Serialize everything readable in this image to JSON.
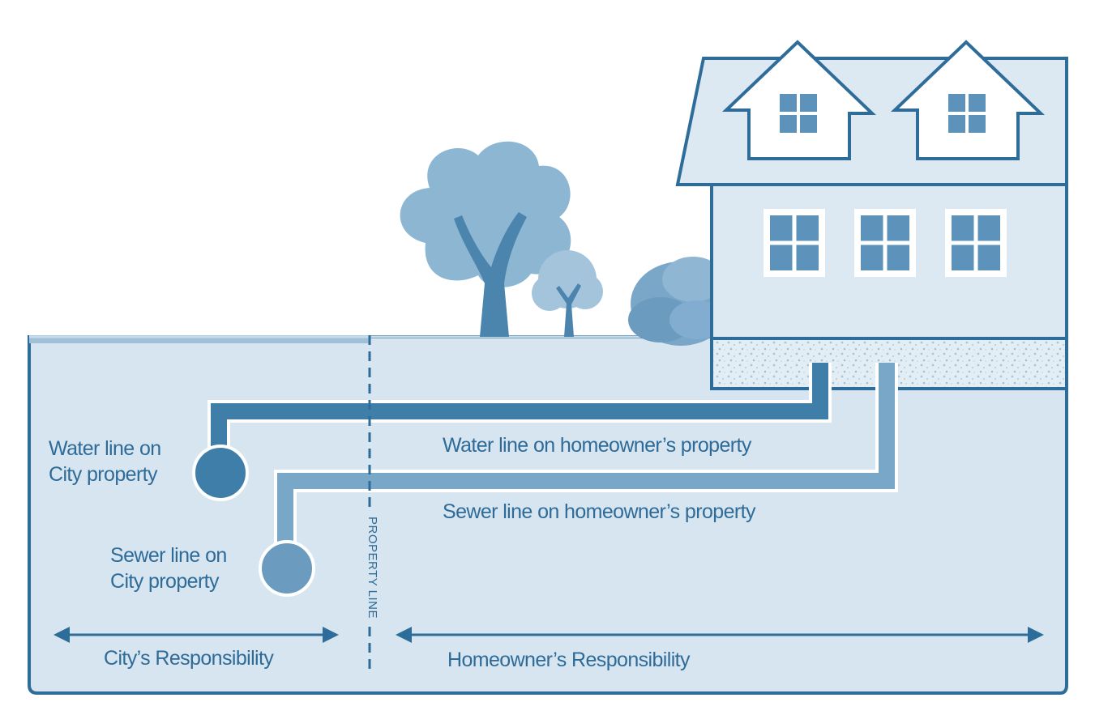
{
  "labels": {
    "water_city_line1": "Water line on",
    "water_city_line2": "City property",
    "sewer_city_line1": "Sewer line on",
    "sewer_city_line2": "City property",
    "water_homeowner": "Water line on homeowner’s property",
    "sewer_homeowner": "Sewer line on homeowner’s property",
    "property_line": "PROPERTY LINE",
    "city_responsibility": "City’s Responsibility",
    "homeowner_responsibility": "Homeowner’s Responsibility"
  },
  "colors": {
    "ground": "#d6e5ef",
    "outline": "#2e6c99",
    "water_pipe": "#3f7ea9",
    "sewer_pipe": "#79a7c7",
    "house_wall": "#dce9f2",
    "window": "#5d93ba",
    "tree": "#8db6d2",
    "trunk": "#4b85ae",
    "label_text": "#2f6b98"
  },
  "icons": [
    "tree-icon",
    "bush-icon",
    "house-icon",
    "window-icon",
    "double-arrow-icon"
  ]
}
